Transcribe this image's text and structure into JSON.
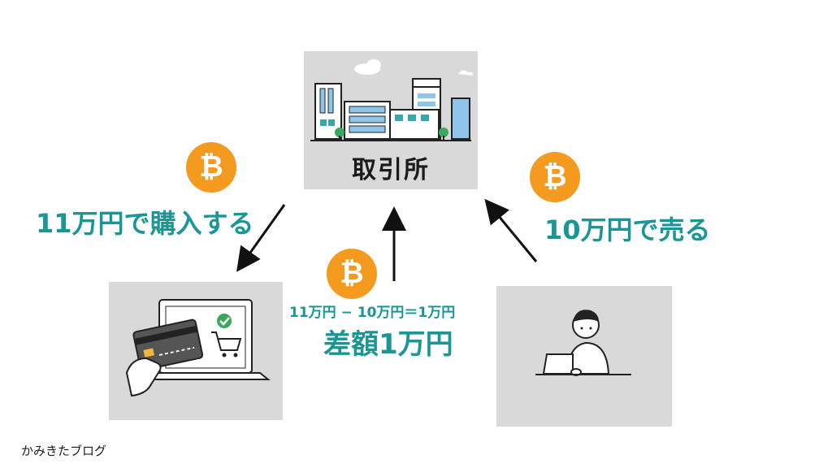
{
  "exchange": {
    "label": "取引所"
  },
  "buy": {
    "label": "11万円で購入する",
    "coin_icon": "bitcoin-icon"
  },
  "sell": {
    "label": "10万円で売る",
    "coin_icon": "bitcoin-icon"
  },
  "difference": {
    "equation": "11万円 − 10万円＝1万円",
    "total": "差額1万円",
    "coin_icon": "bitcoin-icon"
  },
  "coin_symbol": "₿",
  "footer": {
    "brand": "かみきたブログ"
  },
  "colors": {
    "accent_teal": "#1a9696",
    "bitcoin_orange": "#f39a1f",
    "panel_gray": "#d9d9d9"
  }
}
